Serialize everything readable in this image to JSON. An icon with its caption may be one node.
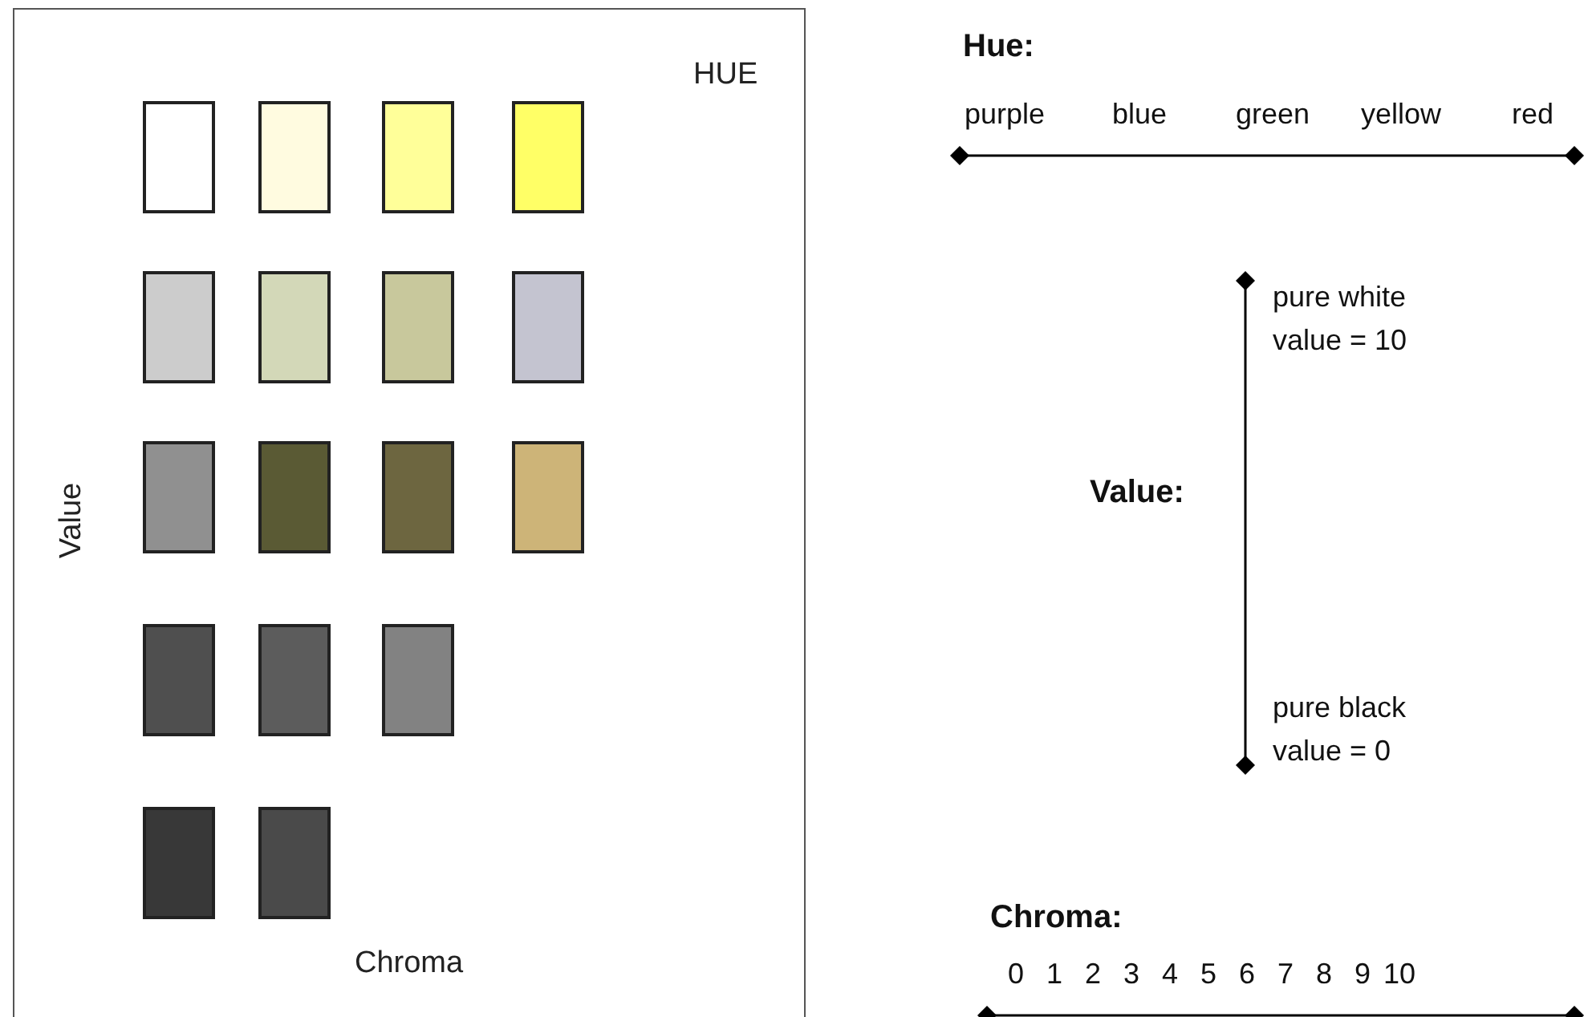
{
  "diagram": {
    "nodes": [
      {
        "text": [
          "HUE",
          "Value",
          "Chroma"
        ]
      }
    ],
    "labels": [
      "Hue:",
      "purple",
      "blue",
      "green",
      "yellow",
      "red",
      "pure white value = 10",
      "Value:",
      "pure black value = 0",
      "Chroma:",
      "0",
      "1",
      "2",
      "3",
      "4",
      "5",
      "6",
      "7",
      "8",
      "9",
      "10"
    ]
  }
}
